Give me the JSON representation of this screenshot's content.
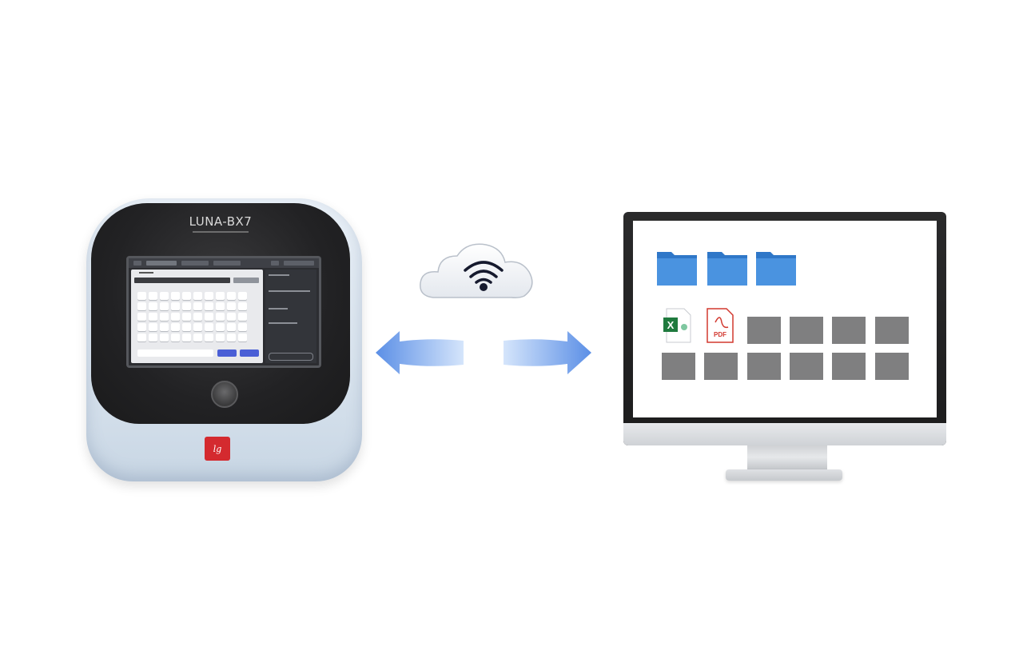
{
  "device": {
    "brand_name": "LUNA-BX7",
    "badge_text": "lg"
  },
  "monitor": {
    "folders": [
      "folder-1",
      "folder-2",
      "folder-3"
    ],
    "documents": [
      {
        "type": "excel",
        "icon_text": "X"
      },
      {
        "type": "pdf",
        "icon_text": "PDF"
      }
    ],
    "thumbnail_count_row1": 4,
    "thumbnail_count_row2": 6
  },
  "colors": {
    "arrow_blue": "#5b8fe6",
    "folder_blue": "#2f77c8",
    "badge_red": "#d42a2f",
    "excel_green": "#1f7a3e",
    "pdf_red": "#d2382f"
  },
  "icons": [
    "wifi-cloud-icon",
    "left-arrow-icon",
    "right-arrow-icon",
    "folder-icon",
    "excel-file-icon",
    "pdf-file-icon"
  ]
}
